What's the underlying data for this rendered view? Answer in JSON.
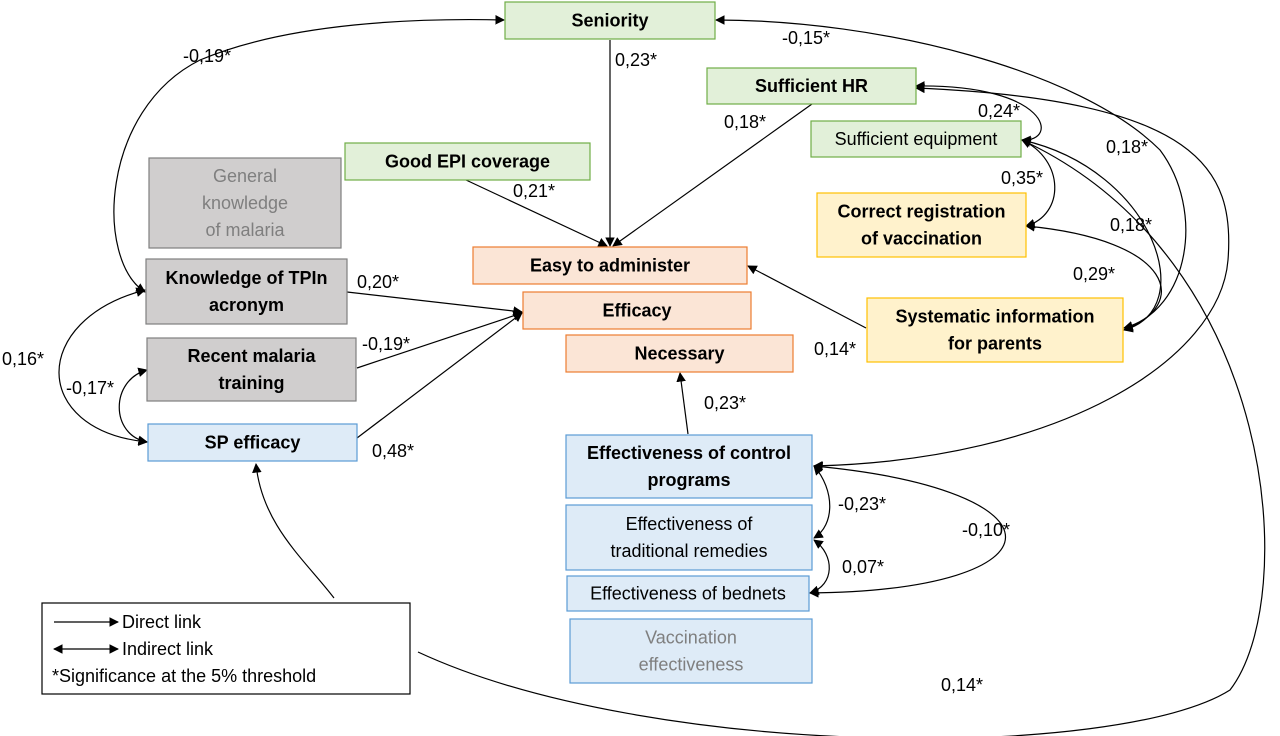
{
  "palette": {
    "green_fill": "#E2F0D9",
    "green_stroke": "#70AD47",
    "gray_fill": "#D0CECE",
    "gray_stroke": "#7F7F7F",
    "orange_fill": "#FBE5D6",
    "orange_stroke": "#ED7D31",
    "yellow_fill": "#FFF2CC",
    "yellow_stroke": "#FFC000",
    "blue_fill": "#DEEBF7",
    "blue_stroke": "#5B9BD5",
    "muted_text": "#7F7F7F",
    "text": "#000000"
  },
  "nodes": {
    "seniority": {
      "lines": [
        "Seniority"
      ]
    },
    "sufficient_hr": {
      "lines": [
        "Sufficient HR"
      ]
    },
    "sufficient_equipment": {
      "lines": [
        "Sufficient equipment"
      ]
    },
    "good_epi_coverage": {
      "lines": [
        "Good EPI coverage"
      ]
    },
    "general_knowledge": {
      "lines": [
        "General",
        "knowledge",
        "of malaria"
      ]
    },
    "correct_registration": {
      "lines": [
        "Correct registration",
        "of vaccination"
      ]
    },
    "easy_to_administer": {
      "lines": [
        "Easy to administer"
      ]
    },
    "knowledge_tpin": {
      "lines": [
        "Knowledge of TPIn",
        "acronym"
      ]
    },
    "efficacy": {
      "lines": [
        "Efficacy"
      ]
    },
    "systematic_information": {
      "lines": [
        "Systematic information",
        "for parents"
      ]
    },
    "recent_training": {
      "lines": [
        "Recent malaria",
        "training"
      ]
    },
    "necessary": {
      "lines": [
        "Necessary"
      ]
    },
    "sp_efficacy": {
      "lines": [
        "SP efficacy"
      ]
    },
    "effectiveness_control": {
      "lines": [
        "Effectiveness of control",
        "programs"
      ]
    },
    "effectiveness_traditional": {
      "lines": [
        "Effectiveness of",
        "traditional remedies"
      ]
    },
    "effectiveness_bednets": {
      "lines": [
        "Effectiveness of bednets"
      ]
    },
    "vaccination_effectiveness": {
      "lines": [
        "Vaccination",
        "effectiveness"
      ]
    }
  },
  "edges": {
    "seniority_easy": "0,23*",
    "knowledge_seniority": "-0,19*",
    "seniority_systematic": "-0,15*",
    "hr_easy": "0,18*",
    "hr_equipment": "0,24*",
    "hr_systematic": "0,18*",
    "epi_easy": "0,21*",
    "equipment_registration": "0,35*",
    "equipment_systematic": "0,18*",
    "registration_systematic": "0,29*",
    "knowledge_efficacy": "0,20*",
    "knowledge_sp": "0,16*",
    "training_efficacy": "-0,19*",
    "training_sp": "-0,17*",
    "systematic_easy": "0,14*",
    "sp_efficacy": "0,48*",
    "control_necessary": "0,23*",
    "control_traditional": "-0,23*",
    "control_bednets": "-0,10*",
    "traditional_bednets": "0,07*",
    "sp_equipment": "0,14*"
  },
  "legend": {
    "direct": "Direct link",
    "indirect": "Indirect link",
    "significance": "*Significance at the 5% threshold"
  }
}
